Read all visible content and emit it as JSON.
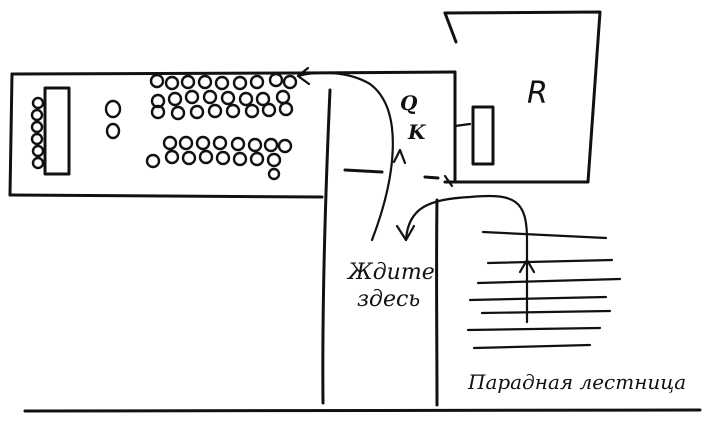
{
  "labels": {
    "wait_here_line1": "Ждите",
    "wait_here_line2": "здесь",
    "main_staircase": "Парадная лестница",
    "marker_r": "R",
    "marker_q": "Q",
    "marker_k": "K"
  }
}
